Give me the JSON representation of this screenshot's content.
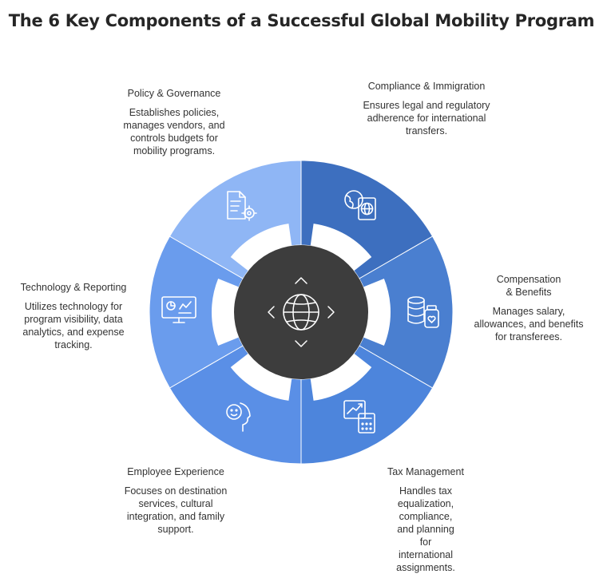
{
  "title": "The 6 Key Components of a Successful Global Mobility Program",
  "colors": {
    "compliance": "#3d6fbf",
    "compensation": "#4a7fd0",
    "tax": "#4d85dc",
    "employee": "#5a8fe6",
    "technology": "#6a9ced",
    "policy": "#8fb6f5",
    "hub": "#3d3d3d"
  },
  "components": [
    {
      "id": "compliance",
      "head": "Compliance & Immigration",
      "desc": "Ensures legal and regulatory adherence for international transfers.",
      "icon": "globe-document-icon"
    },
    {
      "id": "compensation",
      "head": "Compensation & Benefits",
      "desc": "Manages salary, allowances, and benefits for transferees.",
      "icon": "coins-heart-icon"
    },
    {
      "id": "tax",
      "head": "Tax Management",
      "desc": "Handles tax equalization, compliance, and planning for international assignments.",
      "icon": "chart-calculator-icon"
    },
    {
      "id": "employee",
      "head": "Employee Experience",
      "desc": "Focuses on destination services, cultural integration, and family support.",
      "icon": "person-smile-icon"
    },
    {
      "id": "technology",
      "head": "Technology & Reporting",
      "desc": "Utilizes technology for program visibility, data analytics, and expense tracking.",
      "icon": "monitor-analytics-icon"
    },
    {
      "id": "policy",
      "head": "Policy & Governance",
      "desc": "Establishes policies, manages vendors, and controls budgets for mobility programs.",
      "icon": "document-gear-icon"
    }
  ],
  "hub": {
    "icon": "globe-arrows-icon"
  }
}
